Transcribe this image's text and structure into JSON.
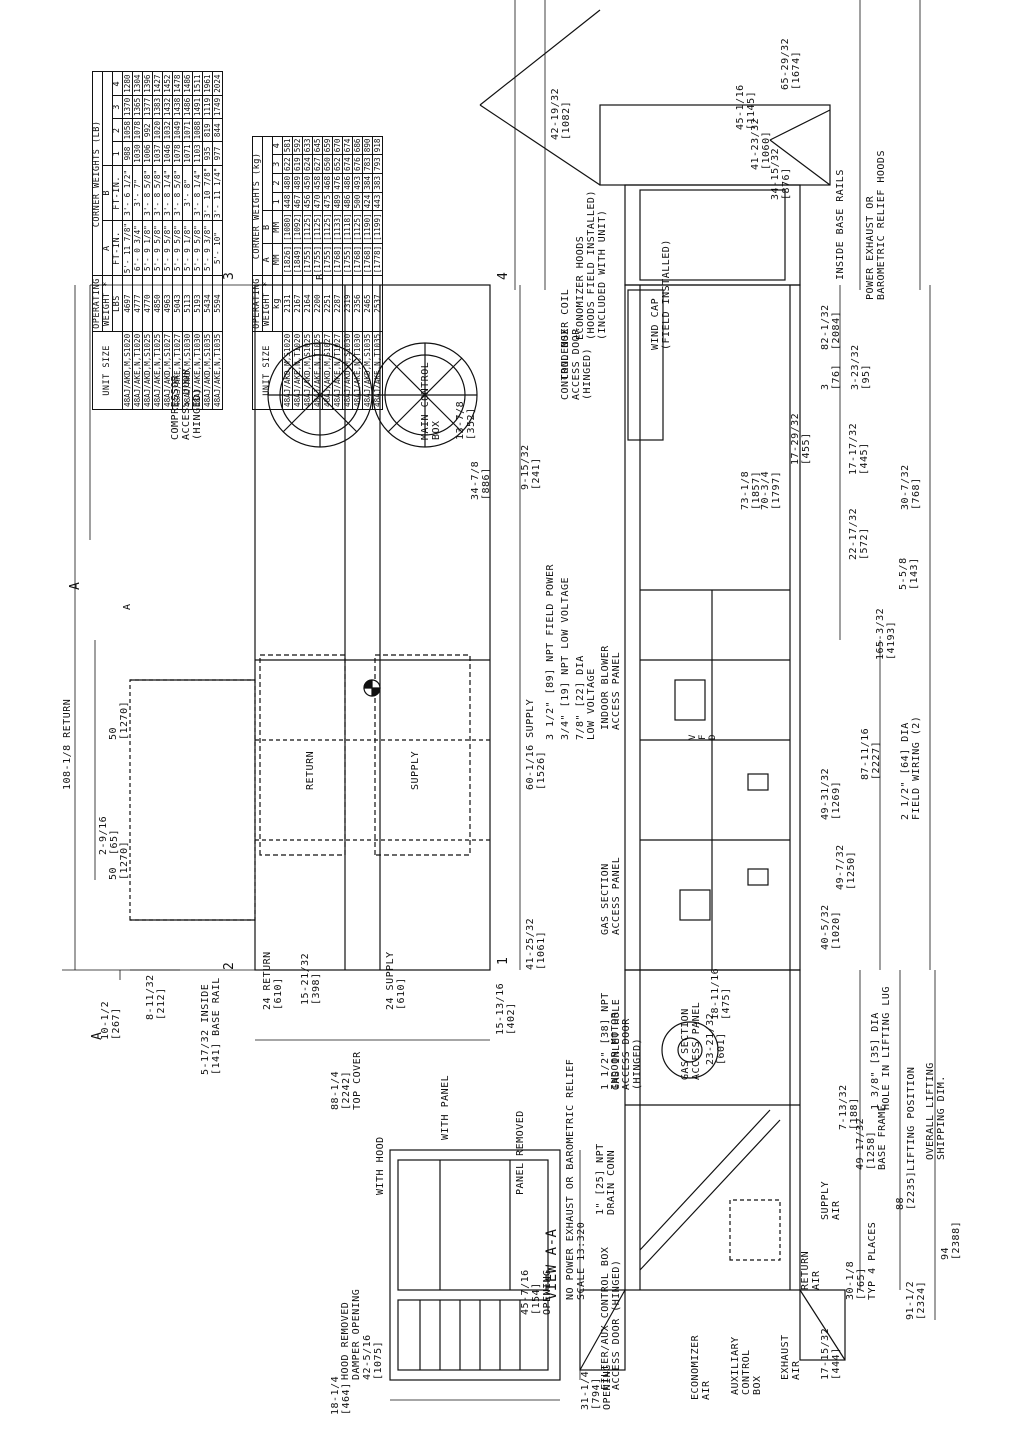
{
  "tables": {
    "lb": {
      "unit_size": "UNIT SIZE",
      "op_weight": [
        "OPERATING",
        "WEIGHT *"
      ],
      "units_weight": "LBS",
      "corner_title": "CORNER WEIGHTS (LB)",
      "col_a": "A",
      "col_b": "B",
      "units_ab": "FT-IN.",
      "corners": [
        "1",
        "2",
        "3",
        "4"
      ],
      "rows": [
        {
          "unit": "48AJ/AKD,M,S1020",
          "w": "4697",
          "a": "5'- 11 7/8\"",
          "b": "3'- 6 1/2\"",
          "c": [
            "988",
            "1058",
            "1370",
            "1280"
          ]
        },
        {
          "unit": "48AJ/AKE,N,T1020",
          "w": "4777",
          "a": "6'- 0 3/4\"",
          "b": "3'- 7\"",
          "c": [
            "1030",
            "1078",
            "1365",
            "1304"
          ]
        },
        {
          "unit": "48AJ/AKD,M,S1025",
          "w": "4770",
          "a": "5'- 9 1/8\"",
          "b": "3'- 8 5/8\"",
          "c": [
            "1006",
            "992",
            "1377",
            "1396"
          ]
        },
        {
          "unit": "48AJ/AKE,N,T1025",
          "w": "4850",
          "a": "5'- 9 5/8\"",
          "b": "3'- 8 5/8\"",
          "c": [
            "1037",
            "1020",
            "1383",
            "1427"
          ]
        },
        {
          "unit": "48AJ/AKD,M,S1027",
          "w": "4963",
          "a": "5'- 9 5/8\"",
          "b": "3'- 8 1/4\"",
          "c": [
            "1046",
            "1032",
            "1432",
            "1452"
          ]
        },
        {
          "unit": "48AJ/AKE,N,T1027",
          "w": "5043",
          "a": "5'- 9 5/8\"",
          "b": "3'- 8 5/8\"",
          "c": [
            "1078",
            "1049",
            "1438",
            "1478"
          ]
        },
        {
          "unit": "48AJ/AKD,M,S1030",
          "w": "5113",
          "a": "5'- 9 1/8\"",
          "b": "3'- 8\"",
          "c": [
            "1071",
            "1071",
            "1486",
            "1486"
          ]
        },
        {
          "unit": "48AJ/AKE,N,T1030",
          "w": "5193",
          "a": "5'- 9 5/8\"",
          "b": "3'- 8 1/4\"",
          "c": [
            "1103",
            "1088",
            "1491",
            "1511"
          ]
        },
        {
          "unit": "48AJ/AKD,M,S1035",
          "w": "5434",
          "a": "5'- 9 3/8\"",
          "b": "3'- 10 7/8\"",
          "c": [
            "935",
            "819",
            "1119",
            "1961"
          ]
        },
        {
          "unit": "48AJ/AKE,N,T1035",
          "w": "5594",
          "a": "5'- 10\"",
          "b": "3'- 11 1/4\"",
          "c": [
            "977",
            "844",
            "1749",
            "2024"
          ]
        }
      ]
    },
    "kg": {
      "unit_size": "UNIT SIZE",
      "op_weight": [
        "OPERATING",
        "WEIGHT *"
      ],
      "units_weight": "kg",
      "corner_title": "CORNER WEIGHTS (kg)",
      "col_a": "A",
      "col_b": "B",
      "units_ab": "MM",
      "corners": [
        "1",
        "2",
        "3",
        "4"
      ],
      "rows": [
        {
          "unit": "48AJ/AKD,M,S1020",
          "w": "2131",
          "a": "[1826]",
          "b": "[1080]",
          "c": [
            "448",
            "480",
            "622",
            "581"
          ]
        },
        {
          "unit": "48AJ/AKE,N,T1020",
          "w": "2167",
          "a": "[1849]",
          "b": "[1092]",
          "c": [
            "467",
            "489",
            "619",
            "592"
          ]
        },
        {
          "unit": "48AJ/AKD,M,S1025",
          "w": "2164",
          "a": "[1755]",
          "b": "[1125]",
          "c": [
            "456",
            "450",
            "624",
            "633"
          ]
        },
        {
          "unit": "48AJ/AKE,N,T1025",
          "w": "2200",
          "a": "[1755]",
          "b": "[1125]",
          "c": [
            "470",
            "458",
            "627",
            "645"
          ]
        },
        {
          "unit": "48AJ/AKD,M,S1027",
          "w": "2251",
          "a": "[1755]",
          "b": "[1125]",
          "c": [
            "475",
            "468",
            "650",
            "659"
          ]
        },
        {
          "unit": "48AJ/AKE,N,T1027",
          "w": "2287",
          "a": "[1768]",
          "b": "[1133]",
          "c": [
            "489",
            "476",
            "652",
            "670"
          ]
        },
        {
          "unit": "48AJ/AKD,M,S1030",
          "w": "2319",
          "a": "[1755]",
          "b": "[1118]",
          "c": [
            "486",
            "486",
            "674",
            "674"
          ]
        },
        {
          "unit": "48AJ/AKE,N,T1030",
          "w": "2356",
          "a": "[1768]",
          "b": "[1125]",
          "c": [
            "500",
            "493",
            "676",
            "686"
          ]
        },
        {
          "unit": "48AJ/AKD,M,S1035",
          "w": "2465",
          "a": "[1768]",
          "b": "[1190]",
          "c": [
            "424",
            "384",
            "783",
            "890"
          ]
        },
        {
          "unit": "48AJ/AKE,N,T1035",
          "w": "2537",
          "a": "[1778]",
          "b": "[1199]",
          "c": [
            "443",
            "383",
            "793",
            "918"
          ]
        }
      ]
    }
  },
  "labels": {
    "top_view": {
      "return_dim": "108-1/8 RETURN",
      "dim_2_9_16": "2-9/16\n[65]",
      "dim_50_a": "50\n[1270]",
      "dim_50_b": "50\n[1270]",
      "dim_10_1_2": "10-1/2\n[267]",
      "dim_8_11_32": "8-11/32\n[212]",
      "dim_inside_rail": "5-17/32 INSIDE\n[141] BASE RAIL",
      "dim_24_return": "24 RETURN\n[610]",
      "dim_15_21_32": "15-21/32\n[398]",
      "dim_24_supply": "24 SUPPLY\n[610]",
      "dim_88_1_4": "88-1/4\n[2242]\nTOP COVER",
      "dim_15_13_16": "15-13/16\n[402]",
      "dim_41_25_32": "41-25/32\n[1061]",
      "dim_60_1_16": "60-1/16 SUPPLY\n[1526]",
      "return_label": "RETURN",
      "supply_label": "SUPPLY",
      "corner_1": "1",
      "corner_2": "2",
      "corner_3": "3",
      "corner_4": "4",
      "col_a": "A",
      "col_b": "B",
      "section_a": "A",
      "compressor_door": "COMPRESSOR\nACCESS DOOR\n(HINGED)",
      "main_control_box": "MAIN CONTROL\nBOX",
      "dim_34_7_8": "34-7/8\n[886]",
      "dim_13_7_8": "13-7/8\n[352]",
      "dim_9_15_32": "9-15/32\n[241]",
      "npt_field_power": "3 1/2\" [89] NPT FIELD POWER",
      "npt_low_voltage": "3/4\" [19] NPT LOW VOLTAGE",
      "dia_low_voltage": "7/8\" [22] DIA\nLOW VOLTAGE"
    },
    "side_view": {
      "control_box_door": "CONTROL BOX\nACCESS DOOR\n(HINGED)",
      "indoor_blower": "INDOOR BLOWER\nACCESS PANEL",
      "gas_section": "GAS SECTION\nACCESS PANEL",
      "dim_22_17_32": "22-17/32\n[572]",
      "dim_17_17_32": "17-17/32\n[445]",
      "dim_30_7_32": "30-7/32\n[768]",
      "dim_5_5_8": "5-5/8\n[143]",
      "field_wiring": "2 1/2\" [64] DIA\nFIELD WIRING (2)",
      "dim_87_11_16": "87-11/16\n[2227]",
      "dim_49_31_32": "49-31/32\n[1269]",
      "dim_165_3_32": "165-3/32\n[4193]",
      "dim_40_5_32": "40-5/32\n[1020]",
      "dim_49_7_32": "49-7/32\n[1250]",
      "lifting_lug": "1 3/8\" [35] DIA\nHOLE IN LIFTING LUG",
      "dim_73_1_8": "73-1/8\n[1857]",
      "dim_70_3_4": "70-3/4\n[1797]",
      "vfd": "V\nF\nD"
    },
    "end_view_left": {
      "indoor_motor_door": "INDOOR MOTOR\nACCESS DOOR\n(HINGED)",
      "gas_inlet": "1 1/2\" [38] NPT\nGAS INLET HOLE",
      "gas_section": "GAS SECTION\nACCESS PANEL",
      "dim_23_21_32": "23-21/32\n[601]",
      "dim_18_11_16": "18-11/16\n[475]",
      "supply_air": "SUPPLY\nAIR",
      "return_air": "RETURN\nAIR",
      "dim_7_13_32": "7-13/32\n[188]",
      "dim_49_17_32": "49-17/32\n[1258]\nBASE FRAME",
      "dim_88": "88\n[2235]LIFTING POSITION",
      "overall_lifting": "OVERALL LIFTING\nSHIPPING DIM.",
      "dim_94": "94\n[2388]",
      "dim_91_1_2": "91-1/2\n[2324]",
      "dim_30_1_8": "30-1/8\n[765]\nTYP 4 PLACES",
      "drain_conn": "1\" [25] NPT\nDRAIN CONN",
      "filter_box": "FILTER/AUX CONTROL BOX\nACCESS DOOR (HINGED)",
      "economizer_air": "ECONOMIZER\nAIR",
      "aux_control": "AUXILIARY\nCONTROL\nBOX",
      "exhaust_air": "EXHAUST\nAIR",
      "dim_17_15_32": "17-15/32\n[444]"
    },
    "end_view_right": {
      "dim_42_19_32": "42-19/32\n[1082]",
      "dim_45_1_16": "45-1/16\n[1145]",
      "dim_41_23_32": "41-23/32\n[1060]",
      "dim_34_15_32": "34-15/32\n[876]",
      "dim_65_29_32": "65-29/32\n[1674]",
      "condenser_coil": "CONDENSER COIL",
      "economizer_hoods": "ECONOMIZER HOODS\n(HOODS FIELD INSTALLED)\n(INCLUDED WITH UNIT)",
      "wind_cap": "WIND CAP\n(FIELD INSTALLED)",
      "inside_base_rails": "INSIDE BASE RAILS",
      "dim_82_1_32": "82-1/32\n[2084]",
      "dim_3": "3\n[76]",
      "dim_3_23_32": "3-23/32\n[95]",
      "dim_17_29_32": "17-29/32\n[455]",
      "power_exhaust": "POWER EXHAUST OR\nBAROMETRIC RELIEF HOODS"
    },
    "view_aa": {
      "hood_removed": "HOOD REMOVED\nDAMPER OPENING\n42-5/16\n[1075]",
      "with_hood": "WITH HOOD",
      "with_panel": "WITH PANEL",
      "panel_removed": "PANEL REMOVED",
      "title": "VIEW A-A",
      "subtitle": "NO POWER EXHAUST OR BAROMETRIC RELIEF\nSCALE 13:320",
      "dim_45_7_16": "45-7/16\n[154]\nOPENING",
      "dim_18_1_4": "18-1/4\n[464]",
      "dim_31_1_4": "31-1/4\n[794]\nOPENING"
    }
  }
}
